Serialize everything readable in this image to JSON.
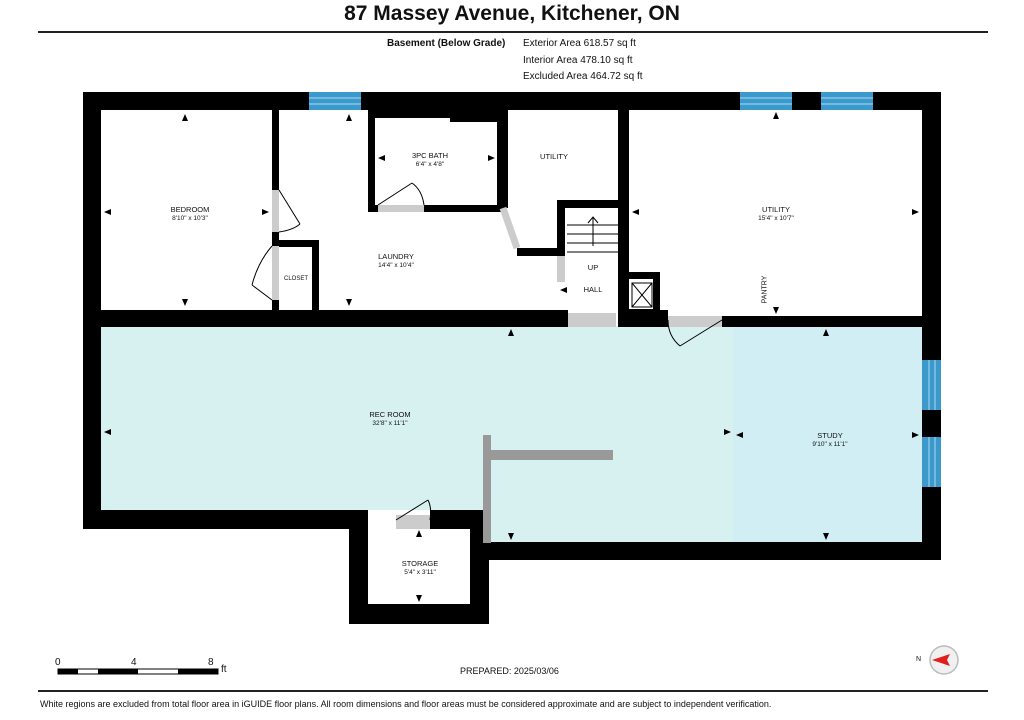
{
  "title": "87 Massey Avenue, Kitchener, ON",
  "header": {
    "level": "Basement (Below Grade)",
    "exterior": "Exterior Area 618.57 sq ft",
    "interior": "Interior Area 478.10 sq ft",
    "excluded": "Excluded Area 464.72 sq ft"
  },
  "rooms": {
    "bedroom": {
      "name": "BEDROOM",
      "dims": "8'10\" x 10'3\""
    },
    "bath": {
      "name": "3PC BATH",
      "dims": "6'4\" x 4'8\""
    },
    "utility1": {
      "name": "UTILITY"
    },
    "utility2": {
      "name": "UTILITY",
      "dims": "15'4\" x 10'7\""
    },
    "laundry": {
      "name": "LAUNDRY",
      "dims": "14'4\" x 10'4\""
    },
    "closet": {
      "name": "CLOSET"
    },
    "up": "UP",
    "hall": {
      "name": "HALL"
    },
    "pantry": {
      "name": "PANTRY"
    },
    "rec": {
      "name": "REC ROOM",
      "dims": "32'8\" x 11'1\""
    },
    "study": {
      "name": "STUDY",
      "dims": "9'10\" x 11'1\""
    },
    "storage": {
      "name": "STORAGE",
      "dims": "5'4\" x 3'11\""
    }
  },
  "scale": {
    "t0": "0",
    "t1": "4",
    "t2": "8",
    "unit": "ft"
  },
  "prepared": "PREPARED: 2025/03/06",
  "compass_label": "N",
  "footer": "White regions are excluded from total floor area in iGUIDE floor plans. All room dimensions and floor areas must be considered approximate and are subject to independent verification.",
  "colors": {
    "fill": "#d7f0f0",
    "wall": "#000000",
    "window": "#3b99cc",
    "door": "#cfcfcf"
  }
}
